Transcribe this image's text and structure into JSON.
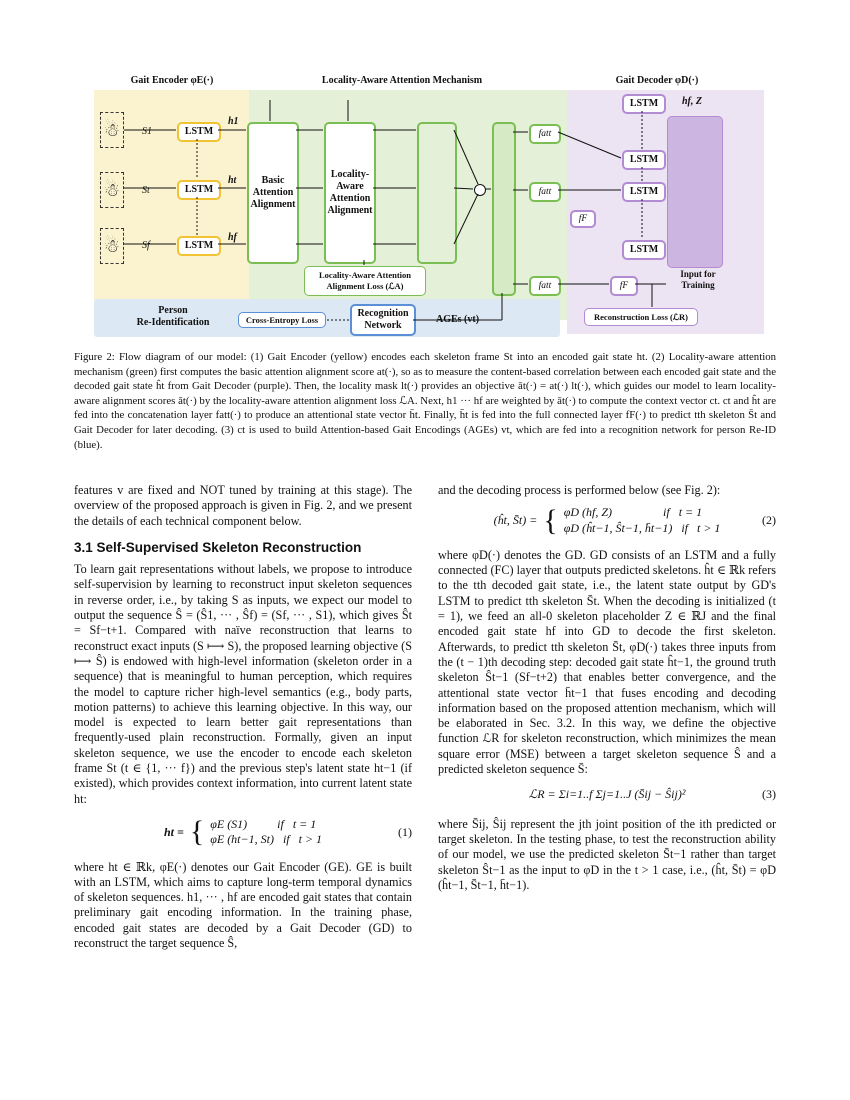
{
  "figure": {
    "sections": {
      "encoder": "Gait Encoder φE(·)",
      "attention": "Locality-Aware Attention Mechanism",
      "decoder": "Gait Decoder φD(·)"
    },
    "encoder_lstm": "LSTM",
    "basic_attention": "Basic\nAttention\nAlignment",
    "locality_attention": "Locality-\nAware\nAttention\nAlignment",
    "attention_loss": "Locality-Aware Attention\nAlignment Loss (ℒA)",
    "person_reid": "Person\nRe-Identification",
    "cross_entropy": "Cross-Entropy Loss",
    "recognition_network": "Recognition\nNetwork",
    "ages": "AGEs (vt)",
    "decoder_lstm": "LSTM",
    "input_training": "Input for\nTraining",
    "reconstruction_loss": "Reconstruction Loss (ℒR)",
    "input_labels": [
      "S1",
      "St",
      "Sf"
    ],
    "h_labels": [
      "h1",
      "ht",
      "hf"
    ],
    "decoder_top_input": "hf, Z",
    "fatt": "fatt",
    "fF": "fF"
  },
  "caption": "Figure 2: Flow diagram of our model: (1) Gait Encoder (yellow) encodes each skeleton frame St into an encoded gait state ht. (2) Locality-aware attention mechanism (green) first computes the basic attention alignment score at(·), so as to measure the content-based correlation between each encoded gait state and the decoded gait state ĥt from Gait Decoder (purple). Then, the locality mask lt(·) provides an objective āt(·) = at(·) lt(·), which guides our model to learn locality-aware alignment scores āt(·) by the locality-aware attention alignment loss ℒA. Next, h1 ··· hf are weighted by āt(·) to compute the context vector ct. ct and ĥt are fed into the concatenation layer fatt(·) to produce an attentional state vector h̄t. Finally, h̄t is fed into the full connected layer fF(·) to predict tth skeleton S̄t and Gait Decoder for later decoding. (3) ct is used to build Attention-based Gait Encodings (AGEs) vt, which are fed into a recognition network for person Re-ID (blue).",
  "left": {
    "p1": "features v are fixed and NOT tuned by training at this stage). The overview of the proposed approach is given in Fig. 2, and we present the details of each technical component below.",
    "heading": "3.1  Self-Supervised Skeleton Reconstruction",
    "p2": "To learn gait representations without labels, we propose to introduce self-supervision by learning to reconstruct input skeleton sequences in reverse order, i.e., by taking S as inputs, we expect our model to output the sequence Ŝ = (Ŝ1, ··· , Ŝf) = (Sf, ··· , S1), which gives Ŝt = Sf−t+1. Compared with naïve reconstruction that learns to reconstruct exact inputs (S ⟼ S), the proposed learning objective (S ⟼ Ŝ) is endowed with high-level information (skeleton order in a sequence) that is meaningful to human perception, which requires the model to capture richer high-level semantics (e.g., body parts, motion patterns) to achieve this learning objective. In this way, our model is expected to learn better gait representations than frequently-used plain reconstruction. Formally, given an input skeleton sequence, we use the encoder to encode each skeleton frame St (t ∈ {1, ··· f}) and the previous step's latent state ht−1 (if existed), which provides context information, into current latent state ht:",
    "eq1_lhs": "ht =",
    "eq1_row1": "φE (S1)          if   t = 1",
    "eq1_row2": "φE (ht−1, St)   if   t > 1",
    "eq1_num": "(1)",
    "p3": "where ht ∈ ℝk, φE(·) denotes our Gait Encoder (GE). GE is built with an LSTM, which aims to capture long-term temporal dynamics of skeleton sequences. h1, ··· , hf are encoded gait states that contain preliminary gait encoding information. In the training phase, encoded gait states are decoded by a Gait Decoder (GD) to reconstruct the target sequence Ŝ,"
  },
  "right": {
    "p1": "and the decoding process is performed below (see Fig. 2):",
    "eq2_lhs": "(ĥt, S̄t) =",
    "eq2_row1": "φD (hf, Z)                 if   t = 1",
    "eq2_row2": "φD (ĥt−1, Ŝt−1, h̄t−1)   if   t > 1",
    "eq2_num": "(2)",
    "p2": "where φD(·) denotes the GD. GD consists of an LSTM and a fully connected (FC) layer that outputs predicted skeletons. ĥt ∈ ℝk refers to the tth decoded gait state, i.e., the latent state output by GD's LSTM to predict tth skeleton S̄t. When the decoding is initialized (t = 1), we feed an all-0 skeleton placeholder Z ∈ ℝJ and the final encoded gait state hf into GD to decode the first skeleton. Afterwards, to predict tth skeleton S̄t, φD(·) takes three inputs from the (t − 1)th decoding step: decoded gait state ĥt−1, the ground truth skeleton Ŝt−1 (Sf−t+2) that enables better convergence, and the attentional state vector h̄t−1 that fuses encoding and decoding information based on the proposed attention mechanism, which will be elaborated in Sec. 3.2. In this way, we define the objective function ℒR for skeleton reconstruction, which minimizes the mean square error (MSE) between a target skeleton sequence Ŝ and a predicted skeleton sequence S̄:",
    "eq3": "ℒR = Σi=1..f Σj=1..J (S̄ij − Ŝij)²",
    "eq3_num": "(3)",
    "p3": "where S̄ij, Ŝij represent the jth joint position of the ith predicted or target skeleton. In the testing phase, to test the reconstruction ability of our model, we use the predicted skeleton S̄t−1 rather than target skeleton Ŝt−1 as the input to φD in the t > 1 case, i.e., (ĥt, S̄t) = φD (ĥt−1, S̄t−1, h̄t−1)."
  },
  "colors": {
    "encoder_bg": "#fbf2cf",
    "attention_bg": "#e4f0d8",
    "decoder_bg": "#ece4f2",
    "reid_bg": "#dce8f4",
    "yellow": "#f1c232",
    "green": "#7bbf54",
    "purple": "#b28bd2",
    "blue": "#5b8fd6"
  }
}
